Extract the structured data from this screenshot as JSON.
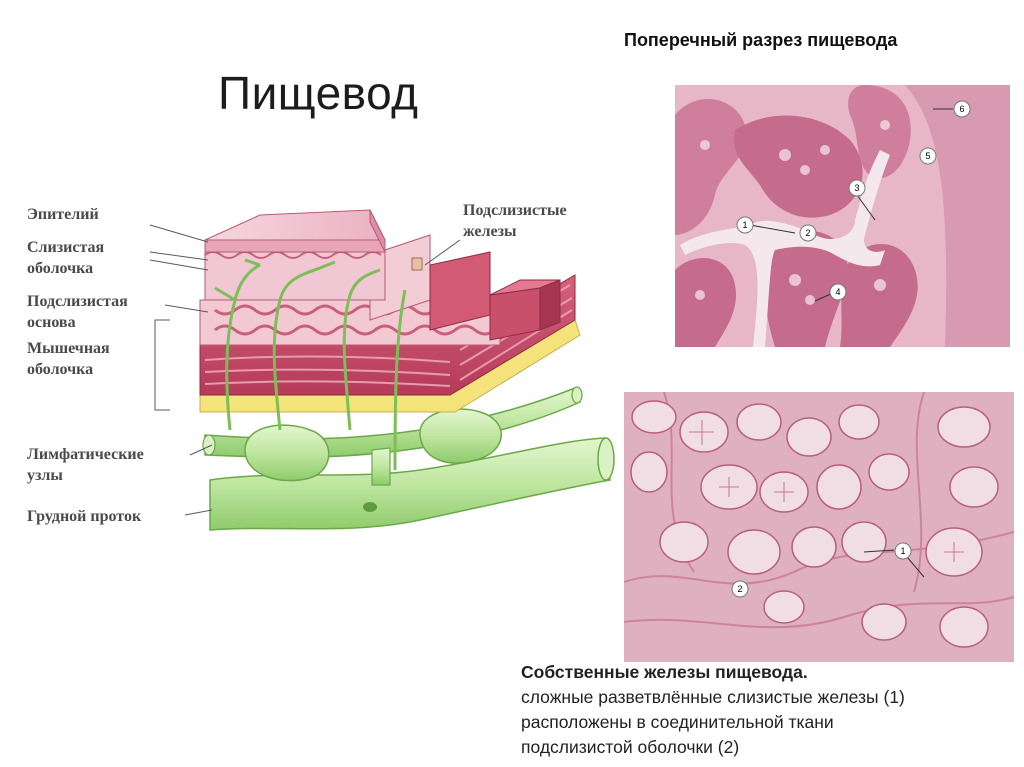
{
  "slide": {
    "title": "Пищевод",
    "subtitle": "Поперечный разрез пищевода"
  },
  "diagram": {
    "labels": {
      "epithelium": "Эпителий",
      "mucosa_1": "Слизистая",
      "mucosa_2": "оболочка",
      "submucosa_1": "Подслизистая",
      "submucosa_2": "основа",
      "muscular_1": "Мышечная",
      "muscular_2": "оболочка",
      "lymph_1": "Лимфатические",
      "lymph_2": "узлы",
      "duct": "Грудной проток",
      "glands_1": "Подслизистые",
      "glands_2": "железы"
    },
    "colors": {
      "epithelium": "#e8a4b8",
      "mucosa": "#f0c7d2",
      "muscle": "#c8506a",
      "serosa": "#f4e27a",
      "lymph": "#bfe6a0"
    }
  },
  "micrograph_top": {
    "markers": [
      "1",
      "2",
      "3",
      "4",
      "5",
      "6"
    ],
    "tissue_color": "#c56b8c"
  },
  "micrograph_bottom": {
    "markers": [
      "1",
      "2"
    ],
    "tissue_color": "#d9a0b4"
  },
  "caption": {
    "line1": "Собственные железы пищевода.",
    "line2": "сложные разветвлённые слизистые железы (1)",
    "line3": "расположены в соединительной ткани",
    "line4": "подслизистой оболочки (2)"
  }
}
